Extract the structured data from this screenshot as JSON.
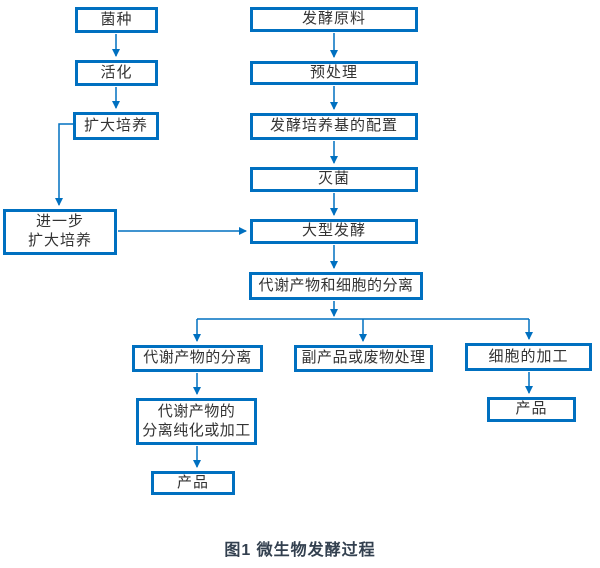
{
  "colors": {
    "box_border": "#0070C0",
    "line": "#0070C0",
    "box_text": "#333333",
    "caption_text": "#33404F",
    "background": "#FFFFFF"
  },
  "nodes": [
    {
      "id": "strain",
      "label": "菌种"
    },
    {
      "id": "activation",
      "label": "活化"
    },
    {
      "id": "expansion-culture",
      "label": "扩大培养"
    },
    {
      "id": "further-expansion-culture",
      "label": "进一步\n扩大培养"
    },
    {
      "id": "fermentation-raw-material",
      "label": "发酵原料"
    },
    {
      "id": "pretreatment",
      "label": "预处理"
    },
    {
      "id": "medium-preparation",
      "label": "发酵培养基的配置"
    },
    {
      "id": "sterilization",
      "label": "灭菌"
    },
    {
      "id": "large-scale-fermentation",
      "label": "大型发酵"
    },
    {
      "id": "metabolite-cell-separation",
      "label": "代谢产物和细胞的分离"
    },
    {
      "id": "metabolite-separation",
      "label": "代谢产物的分离"
    },
    {
      "id": "byproduct-waste-treatment",
      "label": "副产品或废物处理"
    },
    {
      "id": "cell-processing",
      "label": "细胞的加工"
    },
    {
      "id": "metabolite-purification",
      "label": "代谢产物的\n分离纯化或加工"
    },
    {
      "id": "product-metabolite",
      "label": "产品"
    },
    {
      "id": "product-cell",
      "label": "产品"
    }
  ],
  "caption": "图1 微生物发酵过程"
}
